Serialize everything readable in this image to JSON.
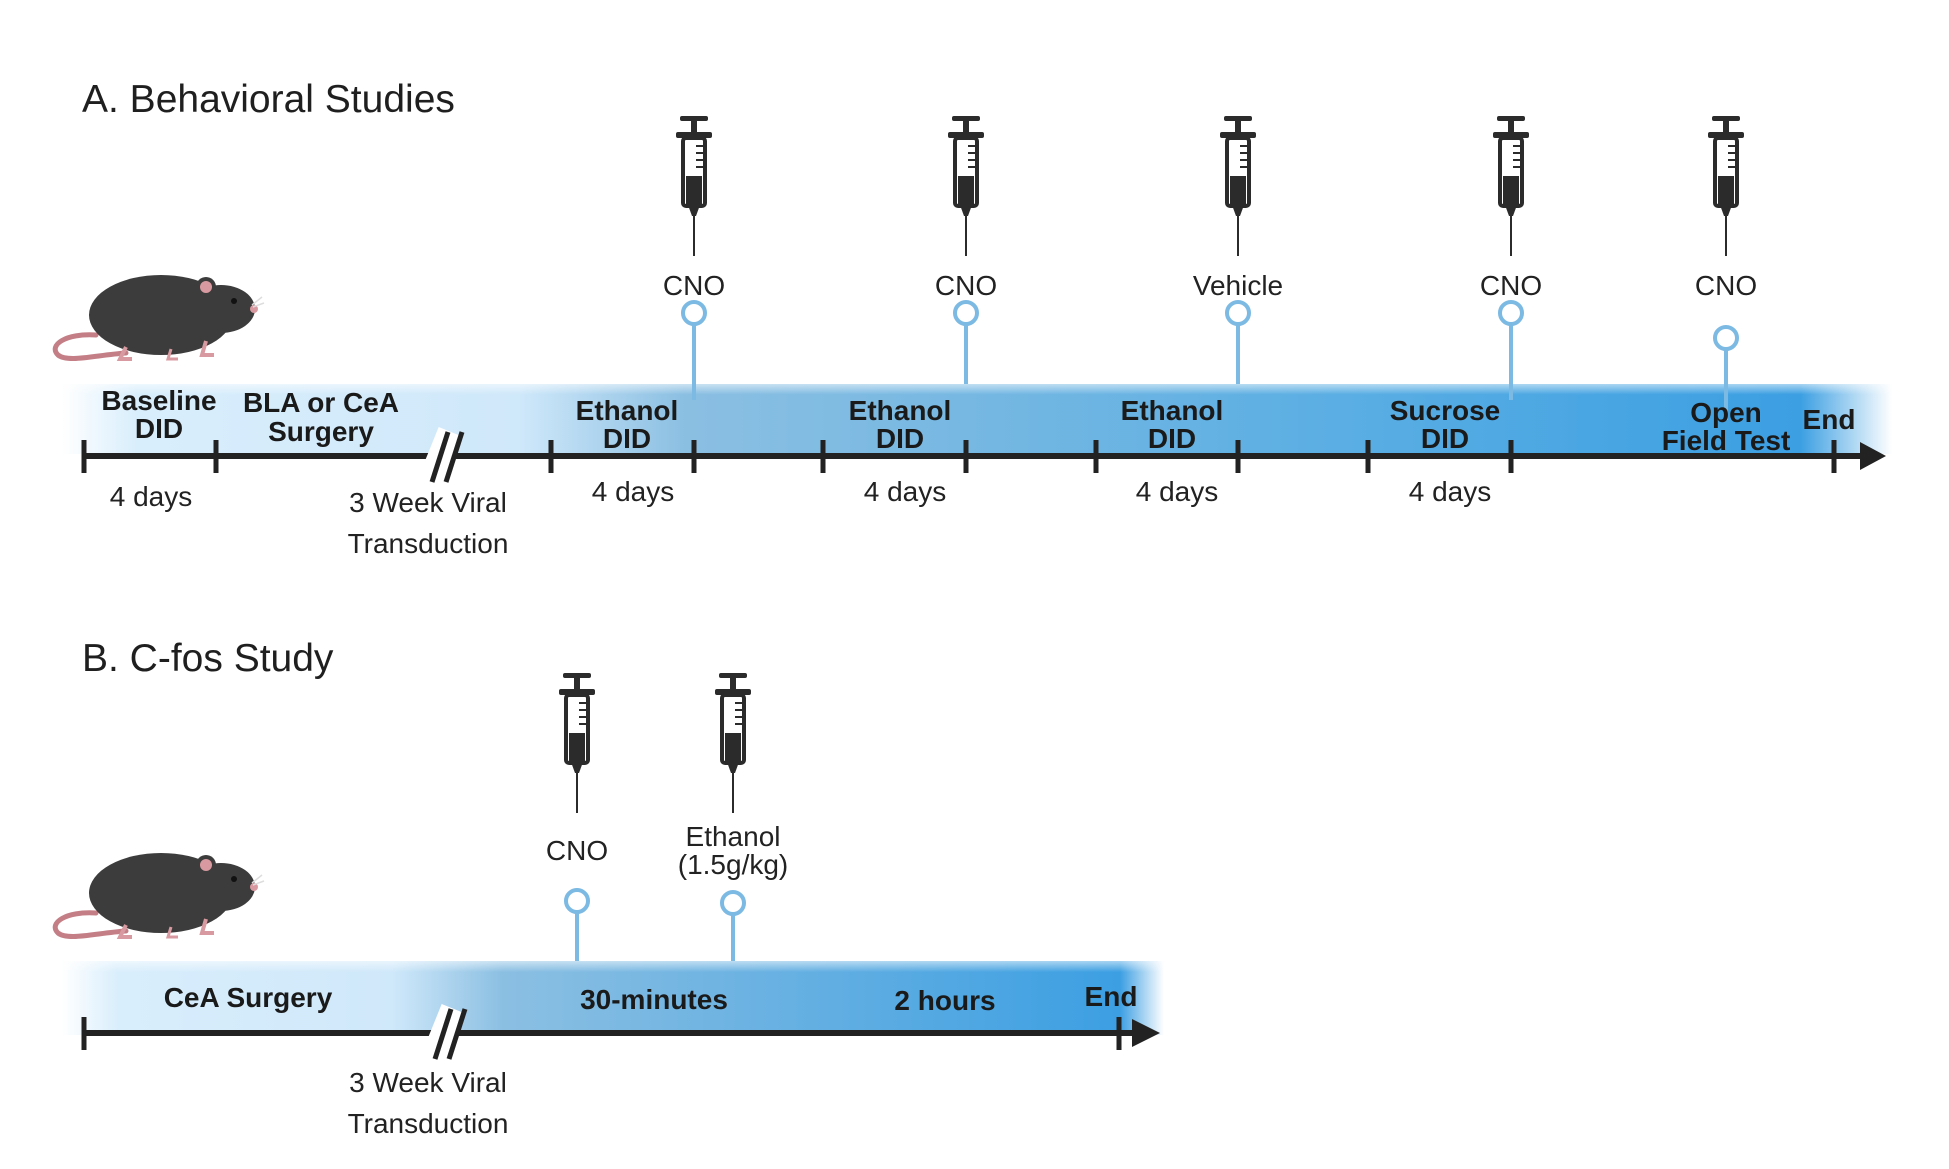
{
  "panel_a": {
    "title": "A. Behavioral Studies",
    "phases": [
      {
        "line1": "Baseline",
        "line2": "DID"
      },
      {
        "line1": "BLA or CeA",
        "line2": "Surgery"
      },
      {
        "line1": "Ethanol",
        "line2": "DID"
      },
      {
        "line1": "Ethanol",
        "line2": "DID"
      },
      {
        "line1": "Ethanol",
        "line2": "DID"
      },
      {
        "line1": "Sucrose",
        "line2": "DID"
      },
      {
        "line1": "Open",
        "line2": "Field Test"
      }
    ],
    "end_label": "End",
    "durations": [
      "4 days",
      "4 days",
      "4 days",
      "4 days",
      "4 days"
    ],
    "transduction": {
      "line1": "3 Week Viral",
      "line2": "Transduction"
    },
    "injections": [
      "CNO",
      "CNO",
      "Vehicle",
      "CNO",
      "CNO"
    ]
  },
  "panel_b": {
    "title": "B. C-fos Study",
    "phases": [
      "CeA Surgery",
      "30-minutes",
      "2 hours"
    ],
    "end_label": "End",
    "transduction": {
      "line1": "3 Week Viral",
      "line2": "Transduction"
    },
    "injections": [
      {
        "line1": "CNO",
        "line2": ""
      },
      {
        "line1": "Ethanol",
        "line2": "(1.5g/kg)"
      }
    ]
  },
  "colors": {
    "band_light": "#d6ecfb",
    "band_mid": "#7fb8df",
    "band_dark": "#3e9fe0",
    "pin": "#7cb9e3",
    "axis": "#222222",
    "mouse": "#3c3c3c"
  },
  "icons": {
    "syringe": "syringe-icon",
    "mouse": "mouse-icon"
  }
}
